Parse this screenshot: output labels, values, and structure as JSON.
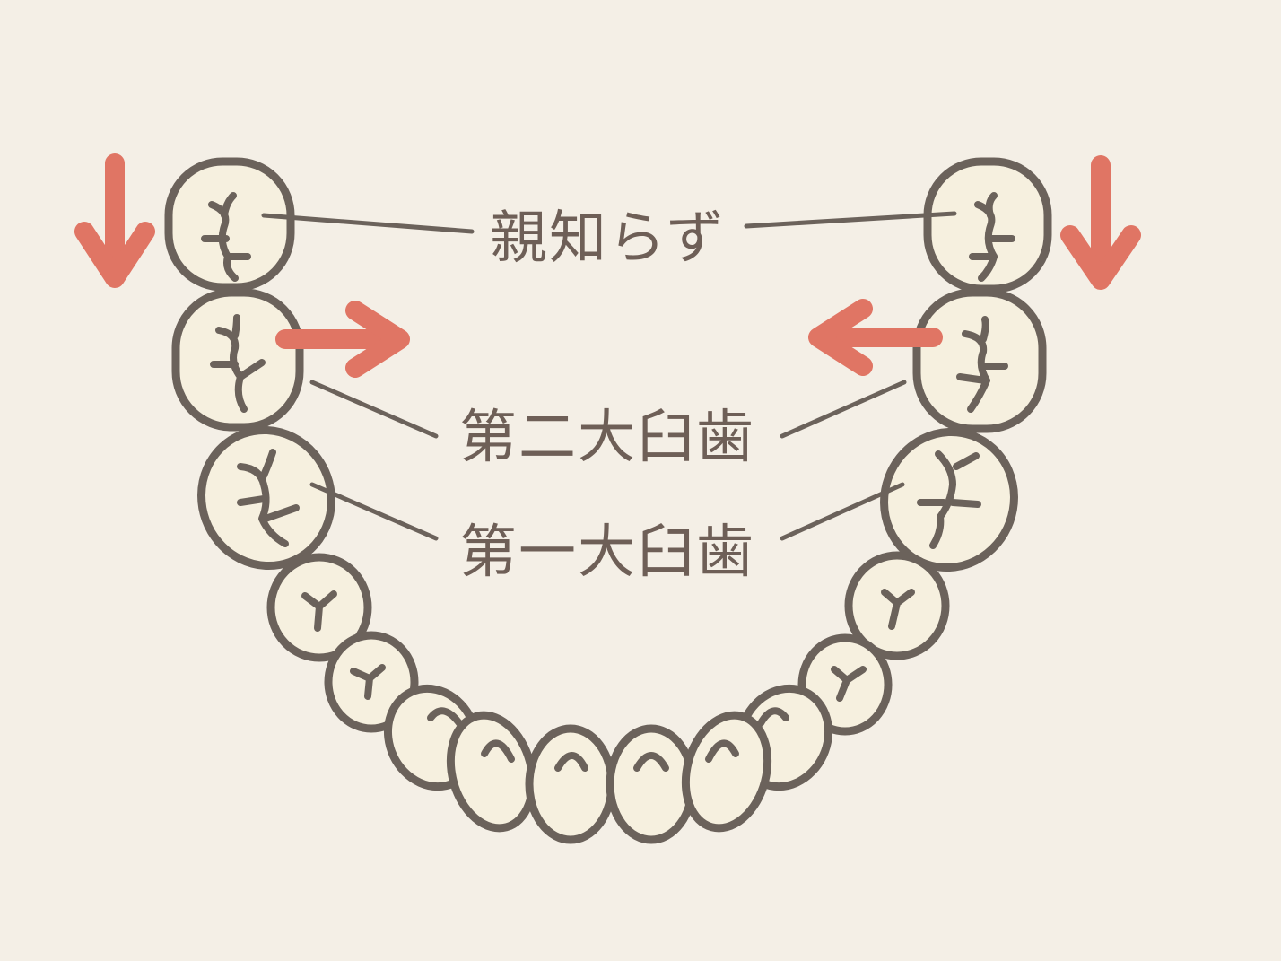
{
  "labels": {
    "wisdom_tooth": "親知らず",
    "second_molar": "第二大臼歯",
    "first_molar": "第一大臼歯"
  },
  "colors": {
    "background": "#f4efe6",
    "tooth_fill": "#f6f0df",
    "outline": "#6b625b",
    "arrow": "#e07564",
    "text": "#6e5f57"
  }
}
